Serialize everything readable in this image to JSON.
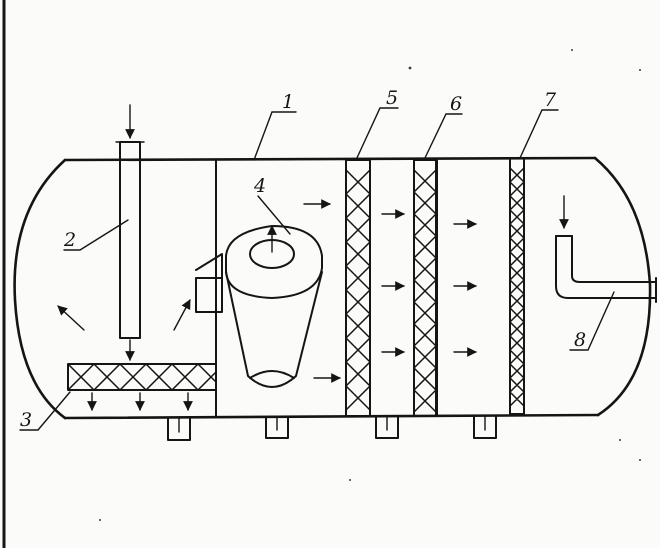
{
  "labels": {
    "n1": "1",
    "n2": "2",
    "n3": "3",
    "n4": "4",
    "n5": "5",
    "n6": "6",
    "n7": "7",
    "n8": "8"
  },
  "colors": {
    "ink": "#151515",
    "paper": "#fbfbf9"
  }
}
